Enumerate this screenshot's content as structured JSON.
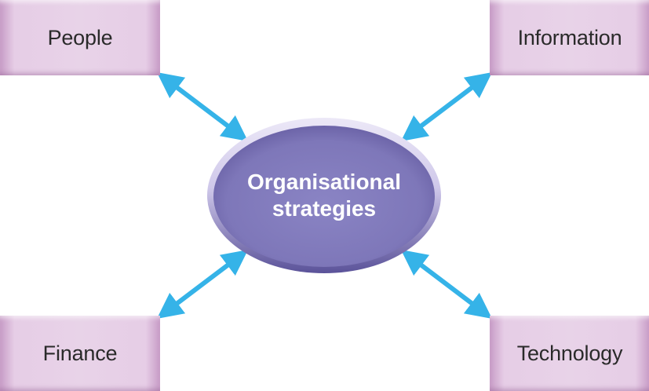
{
  "diagram": {
    "center": {
      "line1": "Organisational",
      "line2": "strategies"
    },
    "nodes": {
      "people": "People",
      "information": "Information",
      "finance": "Finance",
      "technology": "Technology"
    },
    "colors": {
      "node_fill": "#e8d3e8",
      "node_edge": "#c79bc6",
      "center_fill": "#8079bb",
      "center_rim": "#dcd5ef",
      "arrow": "#35b3e8"
    }
  }
}
